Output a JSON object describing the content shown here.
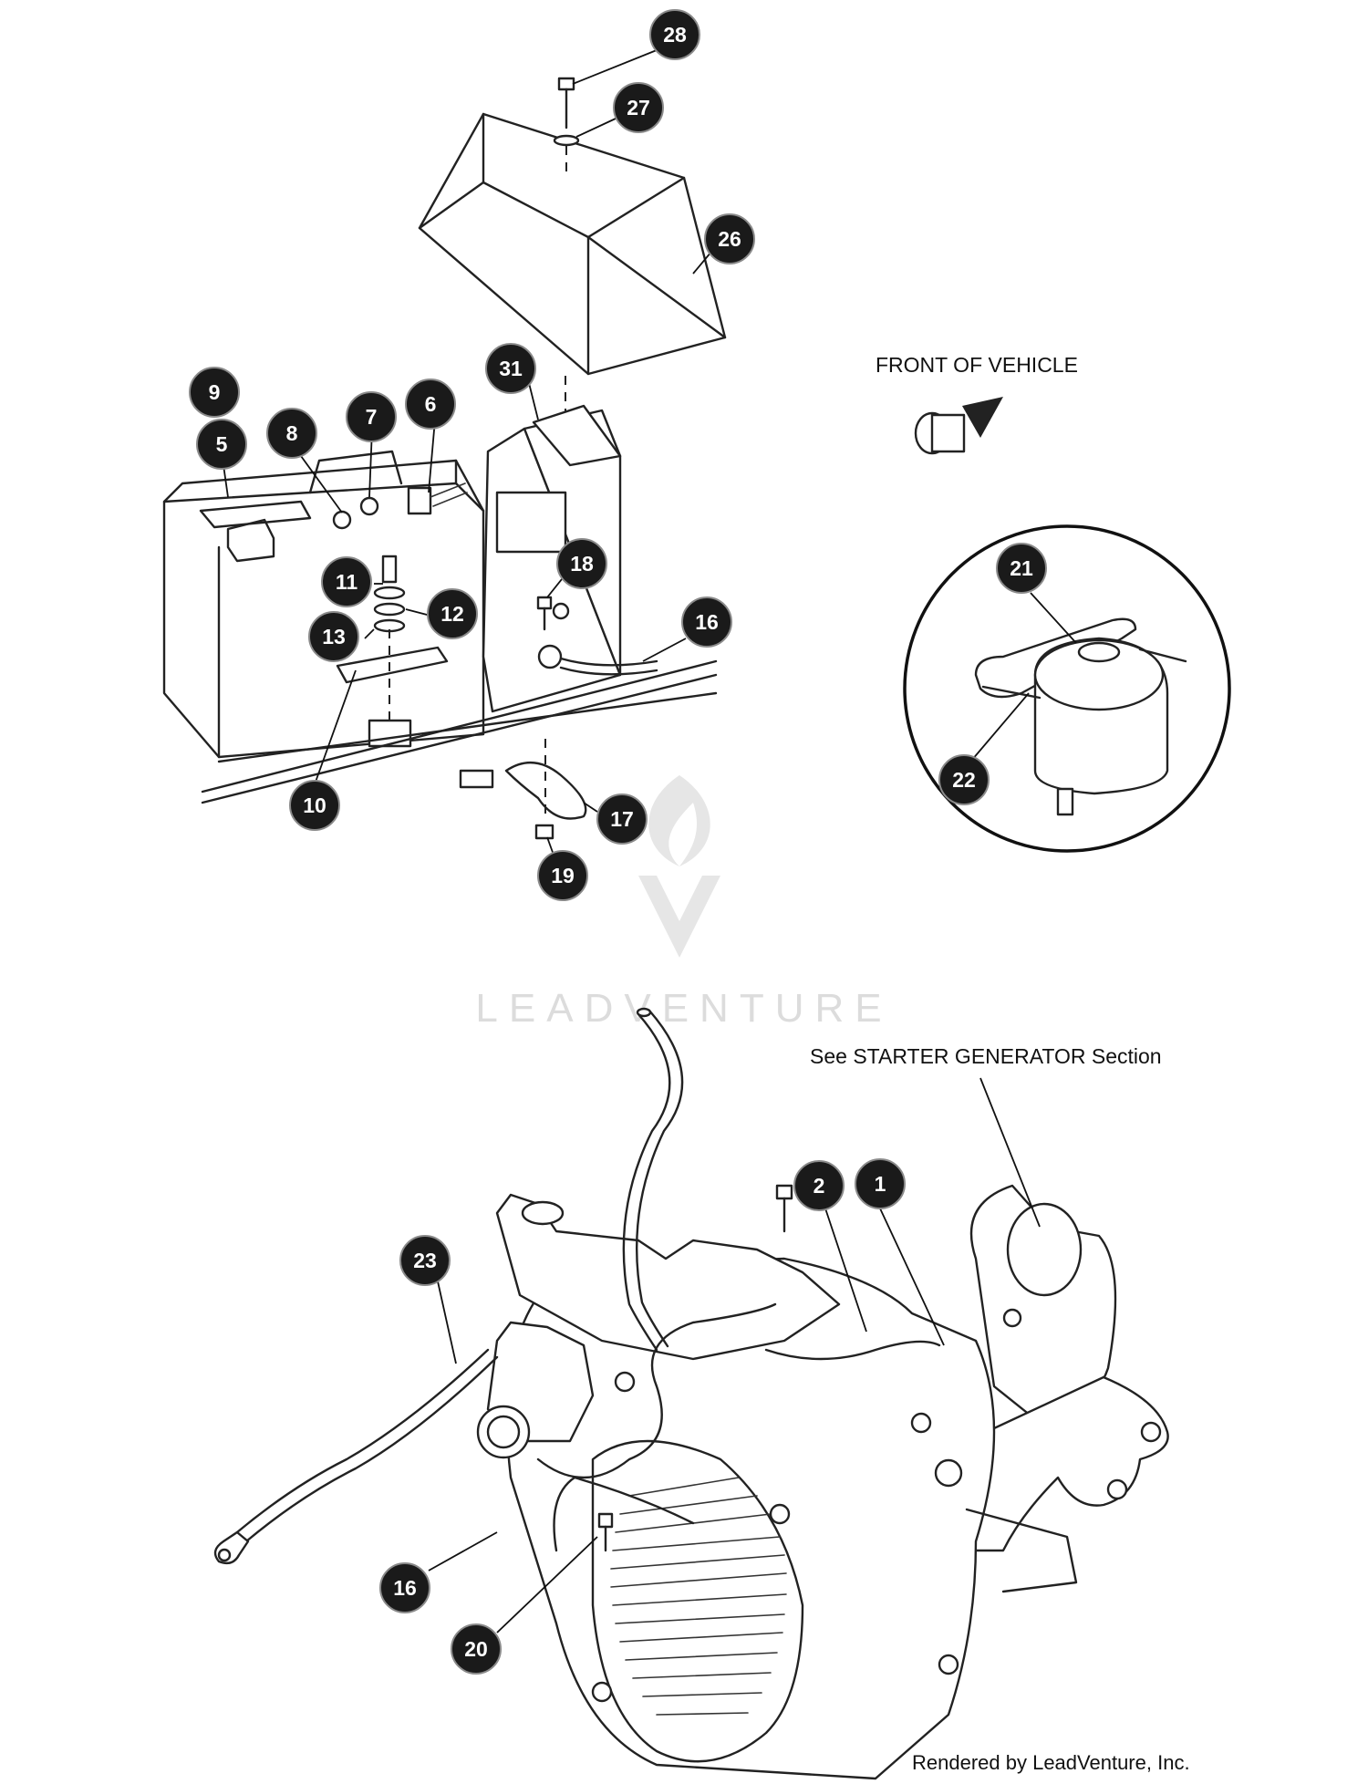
{
  "labels": {
    "front_of_vehicle": "FRONT OF VEHICLE",
    "see_starter": "See STARTER GENERATOR Section",
    "watermark": "LEADVENTURE",
    "rendered_by": "Rendered by LeadVenture, Inc."
  },
  "callouts": {
    "c28": "28",
    "c27": "27",
    "c26": "26",
    "c31": "31",
    "c9": "9",
    "c5": "5",
    "c8": "8",
    "c7": "7",
    "c6": "6",
    "c18": "18",
    "c11": "11",
    "c12": "12",
    "c13": "13",
    "c16a": "16",
    "c10": "10",
    "c17": "17",
    "c19": "19",
    "c21": "21",
    "c22": "22",
    "c2": "2",
    "c1": "1",
    "c23": "23",
    "c16b": "16",
    "c20": "20"
  }
}
